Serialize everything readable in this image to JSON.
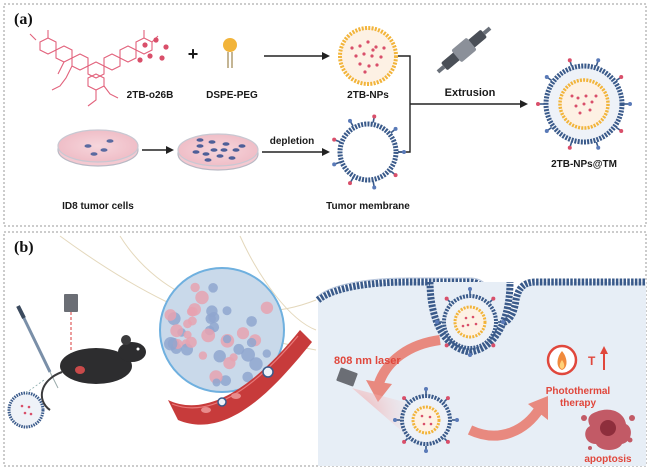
{
  "panel_a": {
    "label": "(a)",
    "molecule_label": "2TB-o26B",
    "plus_sign": "+",
    "lipid_label": "DSPE-PEG",
    "np_label": "2TB-NPs",
    "extrusion_label": "Extrusion",
    "final_label": "2TB-NPs@TM",
    "cells_label": "ID8 tumor cells",
    "depletion_label": "depletion",
    "membrane_label": "Tumor membrane"
  },
  "panel_b": {
    "label": "(b)",
    "laser_label": "808 nm laser",
    "photothermal_line1": "Photothermal",
    "photothermal_line2": "therapy",
    "temp_label": "T",
    "apoptosis_label": "apoptosis"
  },
  "colors": {
    "accent_red": "#e0473c",
    "membrane_blue": "#2e4a7a",
    "np_pink": "#d94f6a",
    "cell_bg": "#e7eef6"
  }
}
